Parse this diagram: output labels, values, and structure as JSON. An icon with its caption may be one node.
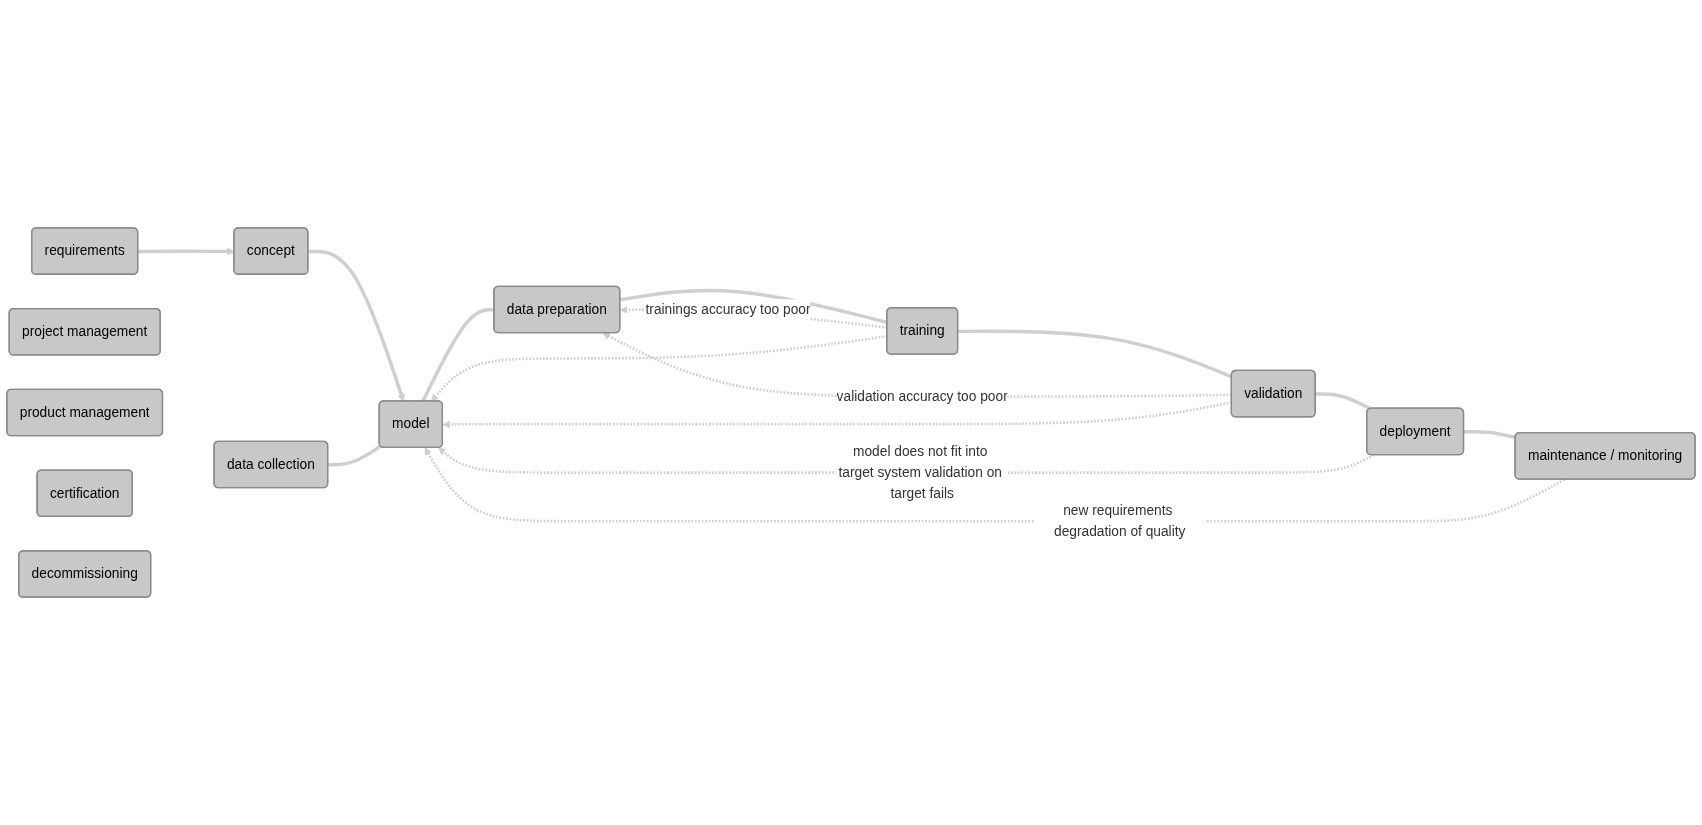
{
  "diagram": {
    "nodes": [
      {
        "text": [
          "requirements"
        ]
      },
      {
        "text": [
          "concept"
        ]
      },
      {
        "text": [
          "project management"
        ]
      },
      {
        "text": [
          "product management"
        ]
      },
      {
        "text": [
          "certification"
        ]
      },
      {
        "text": [
          "decommissioning"
        ]
      },
      {
        "text": [
          "data collection"
        ]
      },
      {
        "text": [
          "model"
        ]
      },
      {
        "text": [
          "data preparation"
        ]
      },
      {
        "text": [
          "training"
        ]
      },
      {
        "text": [
          "validation"
        ]
      },
      {
        "text": [
          "deployment"
        ]
      },
      {
        "text": [
          "maintenance / monitoring"
        ]
      }
    ],
    "edges": [
      {
        "from": 0,
        "to": 1,
        "arrow": "to"
      },
      {
        "from": 1,
        "to": 7,
        "arrow": "to"
      },
      {
        "from": 6,
        "to": 7,
        "arrow": "none"
      },
      {
        "from": 7,
        "to": 8,
        "arrow": "none"
      },
      {
        "from": 8,
        "to": 9,
        "arrow": "none"
      },
      {
        "from": 9,
        "to": 10,
        "arrow": "none"
      },
      {
        "from": 10,
        "to": 11,
        "arrow": "none"
      },
      {
        "from": 11,
        "to": 12,
        "arrow": "none"
      },
      {
        "from": 9,
        "to": 8,
        "arrow": "to",
        "style": "dashed",
        "label": "trainings accuracy too poor"
      },
      {
        "from": 9,
        "to": 7,
        "arrow": "to",
        "style": "dashed"
      },
      {
        "from": 10,
        "to": 8,
        "arrow": "to",
        "style": "dashed",
        "label": "validation accuracy too poor"
      },
      {
        "from": 10,
        "to": 7,
        "arrow": "to",
        "style": "dashed"
      },
      {
        "from": 11,
        "to": 7,
        "arrow": "to",
        "style": "dashed",
        "label": "model does not fit into target system validation on target fails"
      },
      {
        "from": 12,
        "to": 7,
        "arrow": "to",
        "style": "dashed",
        "label": "new requirements degradation of quality"
      }
    ]
  }
}
